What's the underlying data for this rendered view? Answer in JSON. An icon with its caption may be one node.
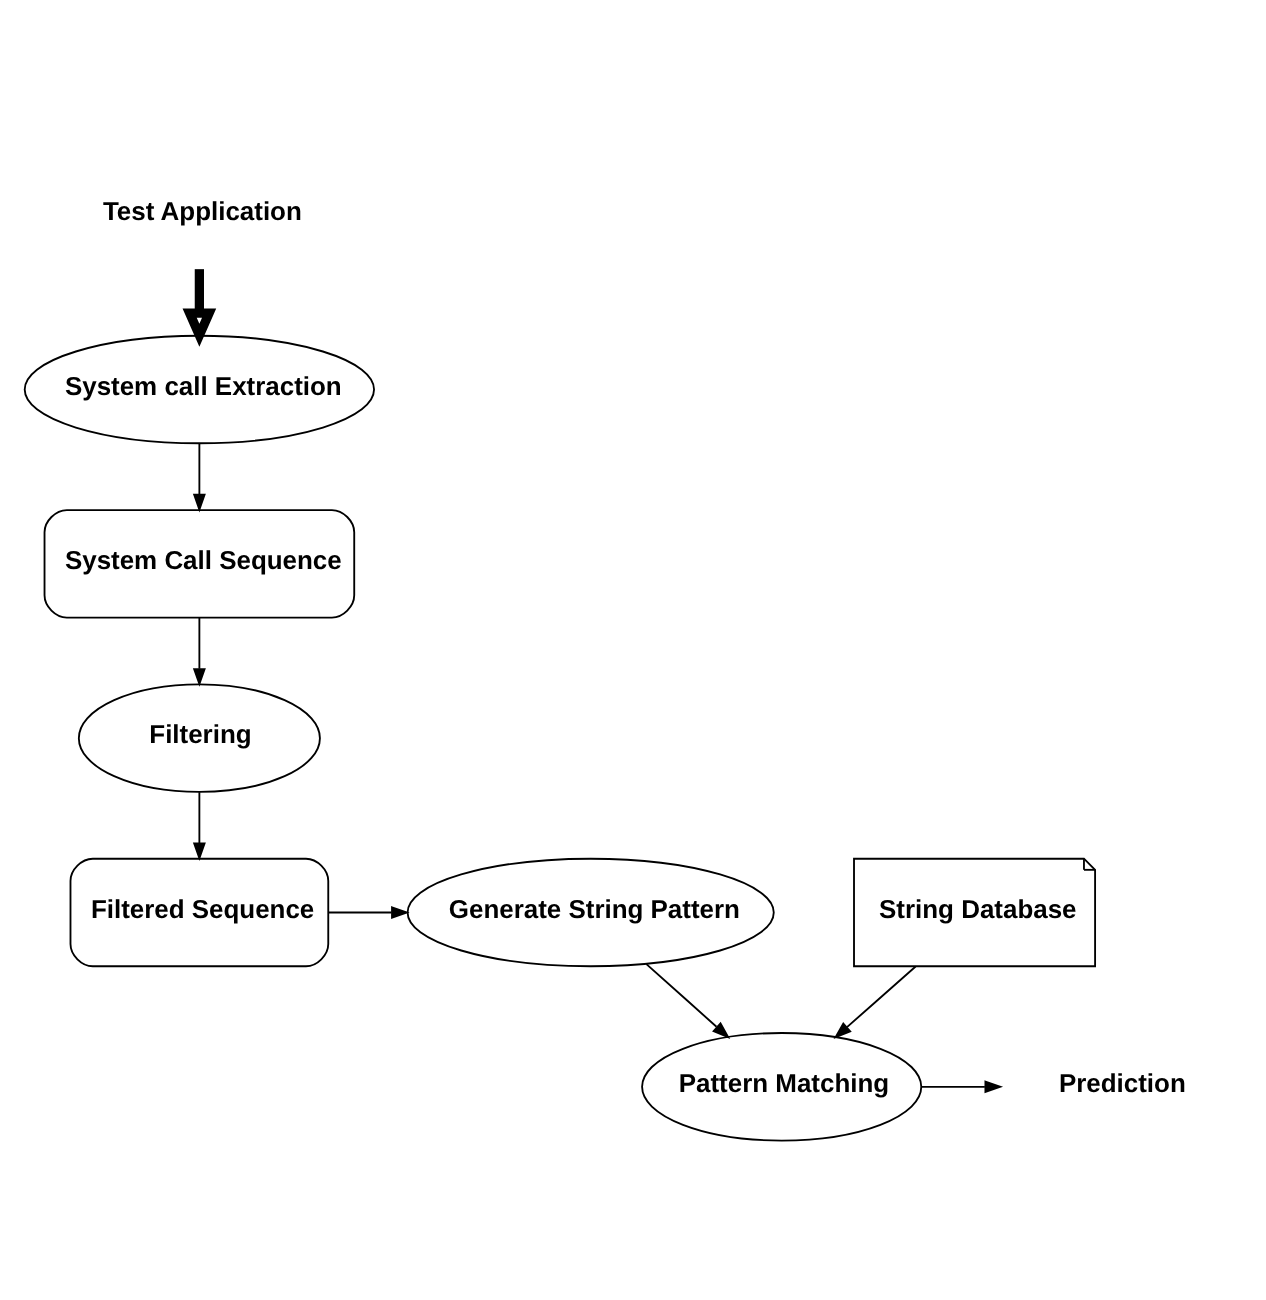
{
  "diagram": {
    "nodes": [
      {
        "text": [
          "Test Application"
        ]
      },
      {
        "text": [
          "System call Extraction"
        ]
      },
      {
        "text": [
          "System Call Sequence"
        ]
      },
      {
        "text": [
          "Filtering"
        ]
      },
      {
        "text": [
          "Filtered Sequence"
        ]
      },
      {
        "text": [
          "Generate String Pattern"
        ]
      },
      {
        "text": [
          "String Database"
        ]
      },
      {
        "text": [
          "Pattern Matching"
        ]
      },
      {
        "text": [
          "Prediction"
        ]
      }
    ],
    "edges": [
      {
        "from": 0,
        "to": 1,
        "arrow": "to",
        "style": "thick"
      },
      {
        "from": 1,
        "to": 2,
        "arrow": "to"
      },
      {
        "from": 2,
        "to": 3,
        "arrow": "to"
      },
      {
        "from": 3,
        "to": 4,
        "arrow": "to"
      },
      {
        "from": 4,
        "to": 5,
        "arrow": "to"
      },
      {
        "from": 5,
        "to": 7,
        "arrow": "to"
      },
      {
        "from": 6,
        "to": 7,
        "arrow": "to"
      },
      {
        "from": 7,
        "to": 8,
        "arrow": "to"
      }
    ]
  }
}
